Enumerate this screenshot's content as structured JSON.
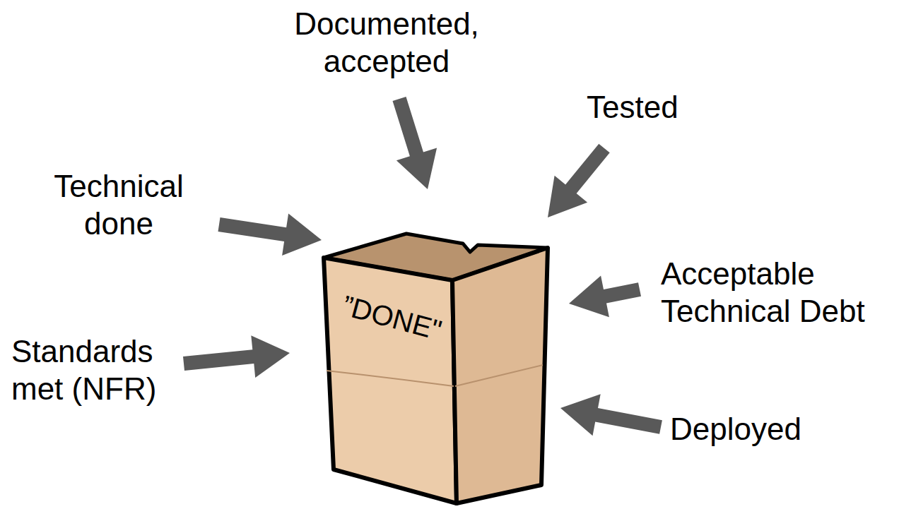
{
  "diagram": {
    "nodes": [
      {
        "text": [
          "”DONE\""
        ]
      }
    ],
    "labels": [
      "Documented, accepted",
      "Tested",
      "Technical done",
      "Acceptable Technical Debt",
      "Standards met (NFR)",
      "Deployed"
    ]
  }
}
